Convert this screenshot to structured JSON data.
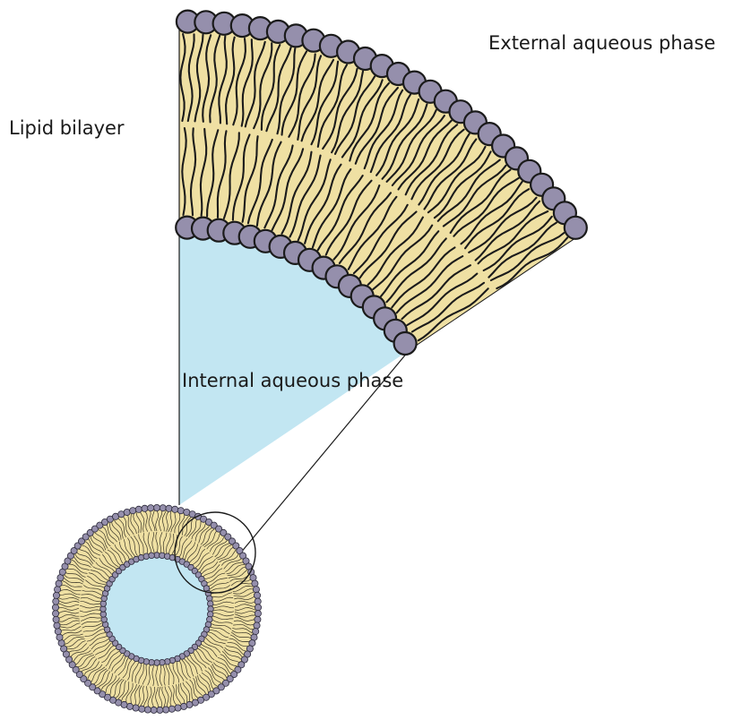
{
  "labels": {
    "lipid_bilayer": "Lipid bilayer",
    "external_phase": "External aqueous phase",
    "internal_phase": "Internal aqueous phase"
  },
  "colors": {
    "aqueous": "#c2e6f2",
    "lipid_tail": "#efe0a3",
    "head_fill": "#958fac",
    "outline": "#1b1b1b"
  }
}
